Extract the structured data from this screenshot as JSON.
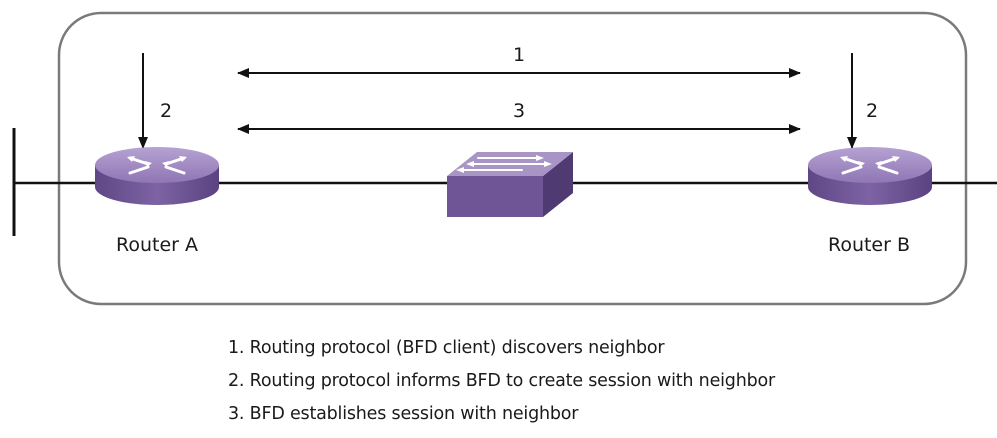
{
  "diagram": {
    "routers": [
      {
        "label": "Router A"
      },
      {
        "label": "Router B"
      }
    ],
    "arrows": {
      "top_bidirectional": "1",
      "bottom_bidirectional": "3",
      "router_a_down": "2",
      "router_b_down": "2"
    },
    "colors": {
      "device_fill": "#7a5f9e",
      "device_top": "#a48cc4",
      "device_dark": "#5a4280",
      "boundary_stroke": "#7a7a7a",
      "line": "#111111"
    }
  },
  "legend": [
    "1. Routing protocol (BFD client) discovers neighbor",
    "2. Routing protocol informs BFD to create session with neighbor",
    "3. BFD establishes session with neighbor"
  ]
}
